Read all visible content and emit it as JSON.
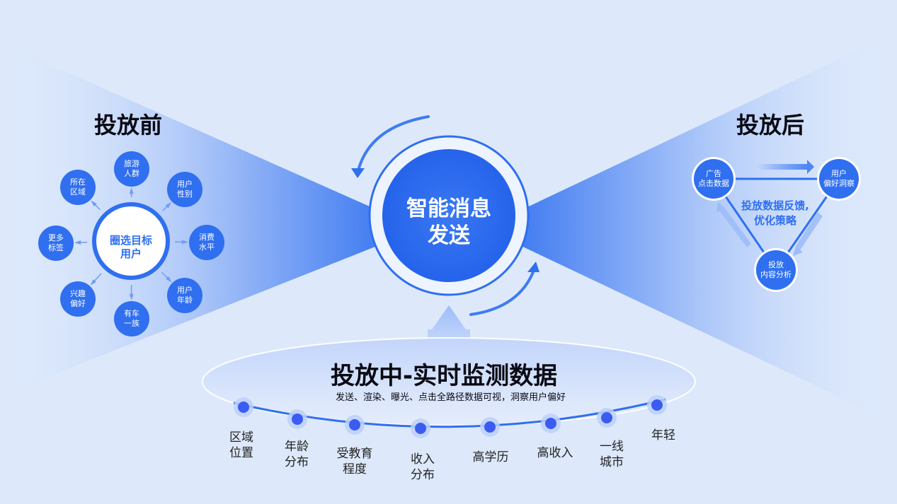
{
  "center": {
    "label": "智能消息\n发送"
  },
  "before": {
    "title": "投放前",
    "hub": "圈选目标\n用户",
    "nodes": [
      "旅游\n人群",
      "用户\n性别",
      "消费\n水平",
      "用户\n年龄",
      "有车\n一族",
      "兴趣\n偏好",
      "更多\n标签",
      "所在\n区域"
    ]
  },
  "after": {
    "title": "投放后",
    "nodes": [
      "广告\n点击数据",
      "用户\n偏好洞察",
      "投放\n内容分析"
    ],
    "feedback": "投放数据反馈,\n优化策略"
  },
  "during": {
    "title": "投放中-实时监测数据",
    "subtitle": "发送、渲染、曝光、点击全路径数据可视，洞察用户偏好",
    "timeline": [
      "区域\n位置",
      "年龄\n分布",
      "受教育\n程度",
      "收入\n分布",
      "高学历",
      "高收入",
      "一线\n城市",
      "年轻"
    ]
  },
  "colors": {
    "primary": "#2f6ff0",
    "dark": "#1f5be0",
    "background": "#dde9fb"
  }
}
